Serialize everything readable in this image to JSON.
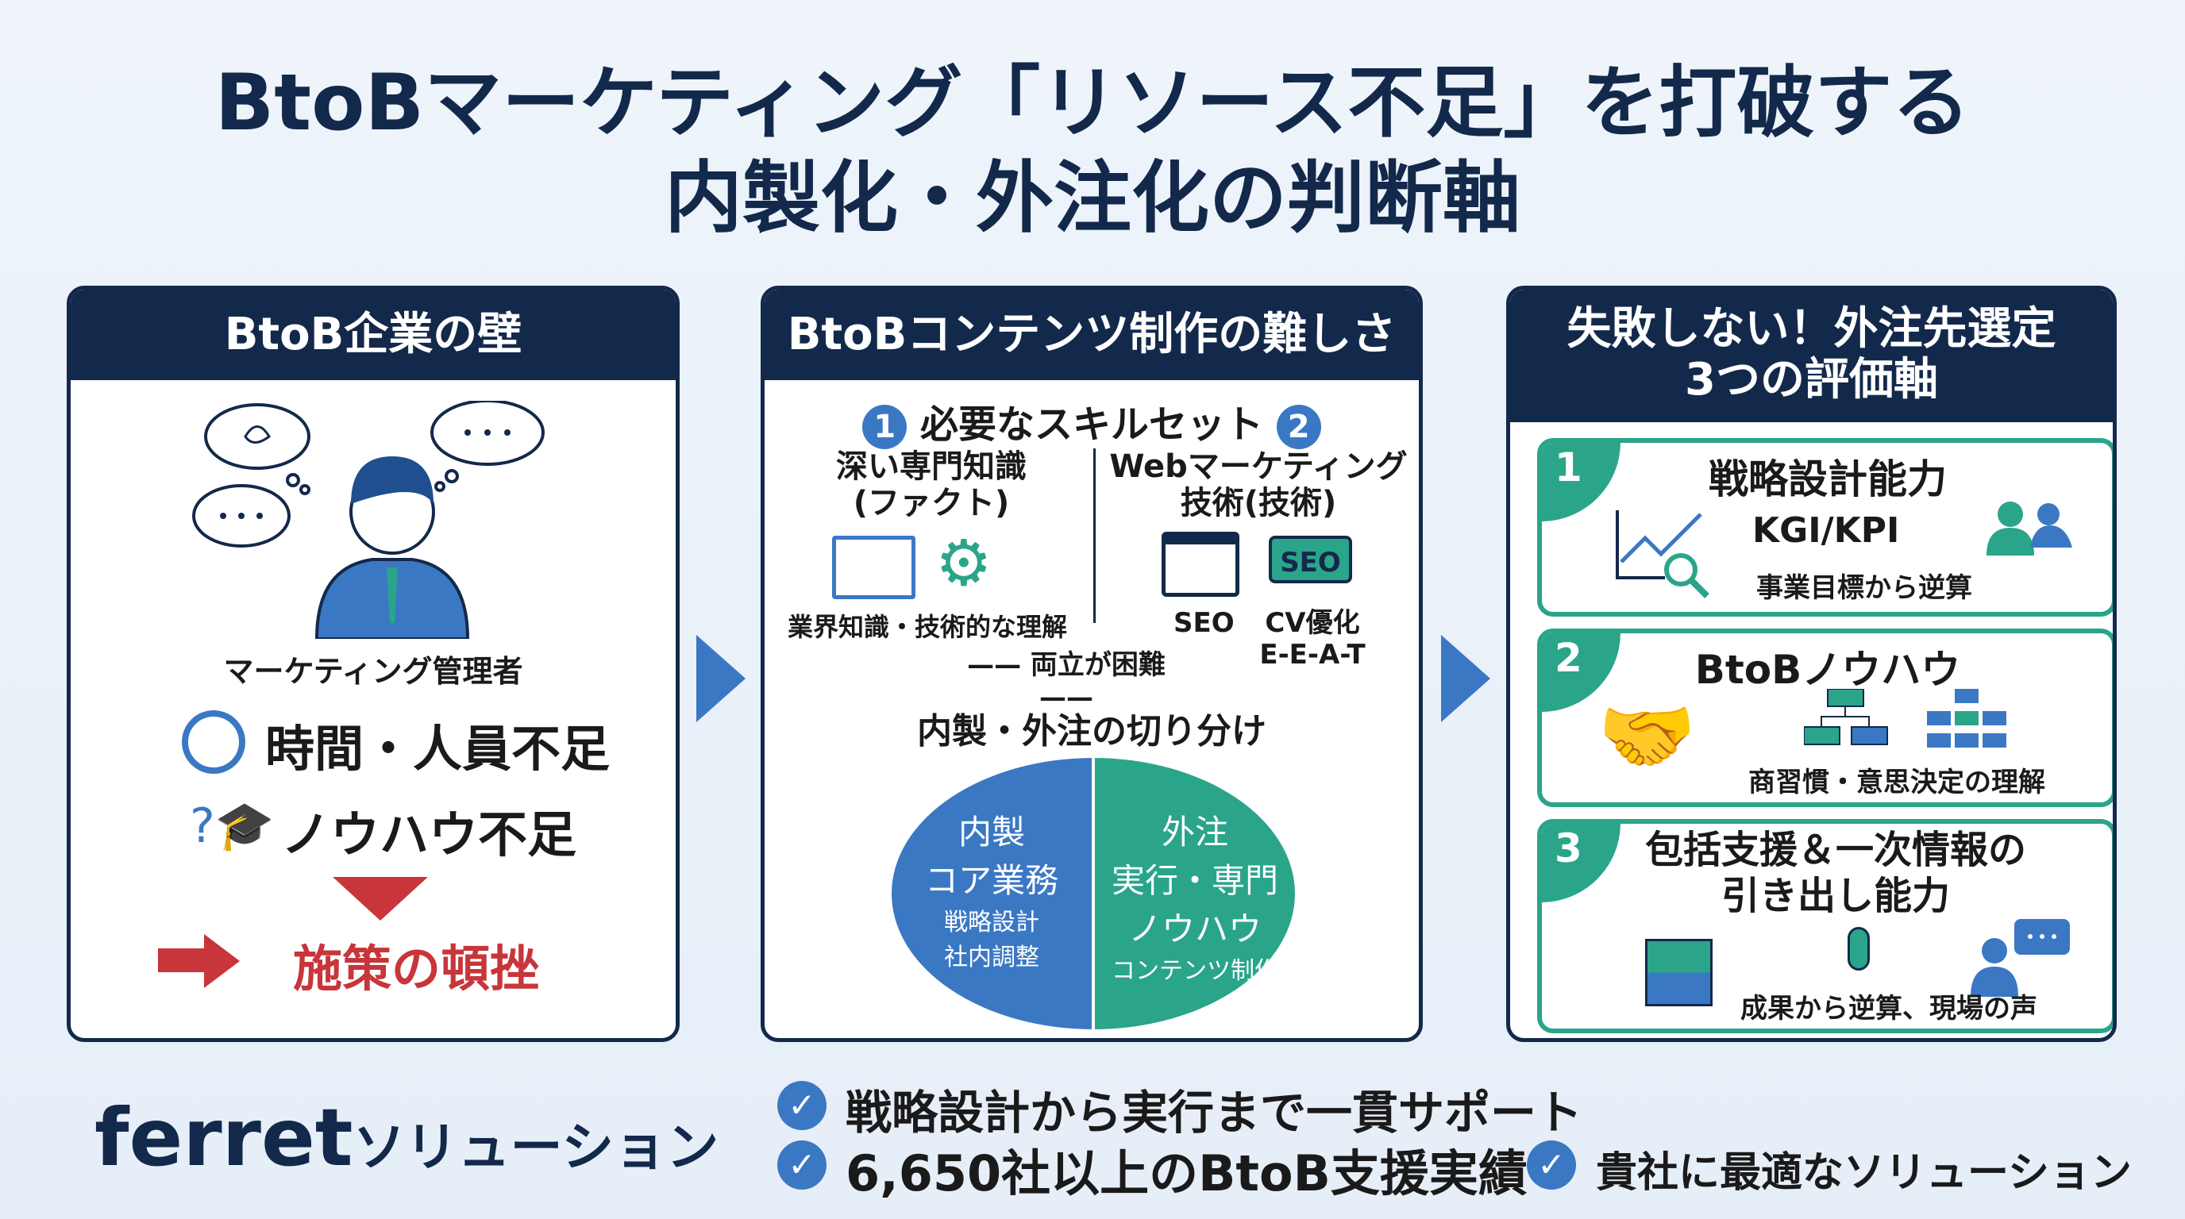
{
  "title": {
    "line1": "BtoBマーケティング「リソース不足」を打破する",
    "line2": "内製化・外注化の判断軸"
  },
  "panel1": {
    "header": "BtoB企業の壁",
    "person_label": "マーケティング管理者",
    "issue1": "時間・人員不足",
    "issue2": "ノウハウ不足",
    "result": "施策の頓挫"
  },
  "panel2": {
    "header": "BtoBコンテンツ制作の難しさ",
    "skills_title": "必要なスキルセット",
    "num1": "1",
    "num2": "2",
    "left_title": "深い専門知識",
    "left_sub": "(ファクト)",
    "left_caption": "業界知識・技術的な理解",
    "right_title": "Webマーケティング",
    "right_sub": "技術(技術)",
    "seo_badge": "SEO",
    "seo_label": "SEO",
    "cv_label": "CV優化",
    "eeat": "E-E-A-T",
    "difficulty": "両立が困難",
    "split_title": "内製・外注の切り分け",
    "inhouse": {
      "title": "内製",
      "main": "コア業務",
      "items": [
        "戦略設計",
        "社内調整"
      ]
    },
    "outsource": {
      "title": "外注",
      "main1": "実行・専門",
      "main2": "ノウハウ",
      "item": "コンテンツ制作"
    }
  },
  "panel3": {
    "header1": "失敗しない！外注先選定",
    "header2": "3つの評価軸",
    "cards": [
      {
        "num": "1",
        "title": "戦略設計能力",
        "sub": "KGI/KPI",
        "caption": "事業目標から逆算"
      },
      {
        "num": "2",
        "title": "BtoBノウハウ",
        "caption": "商習慣・意思決定の理解"
      },
      {
        "num": "3",
        "title1": "包括支援＆一次情報の",
        "title2": "引き出し能力",
        "caption": "成果から逆算、現場の声"
      }
    ]
  },
  "footer": {
    "brand": "ferret",
    "brand_suffix": "ソリューション",
    "points": [
      "戦略設計から実行まで一貫サポート",
      "6,650社以上のBtoB支援実績",
      "貴社に最適なソリューション"
    ]
  },
  "colors": {
    "navy": "#13294b",
    "blue": "#3b78c4",
    "teal": "#2aa58a",
    "red": "#c8353a"
  }
}
